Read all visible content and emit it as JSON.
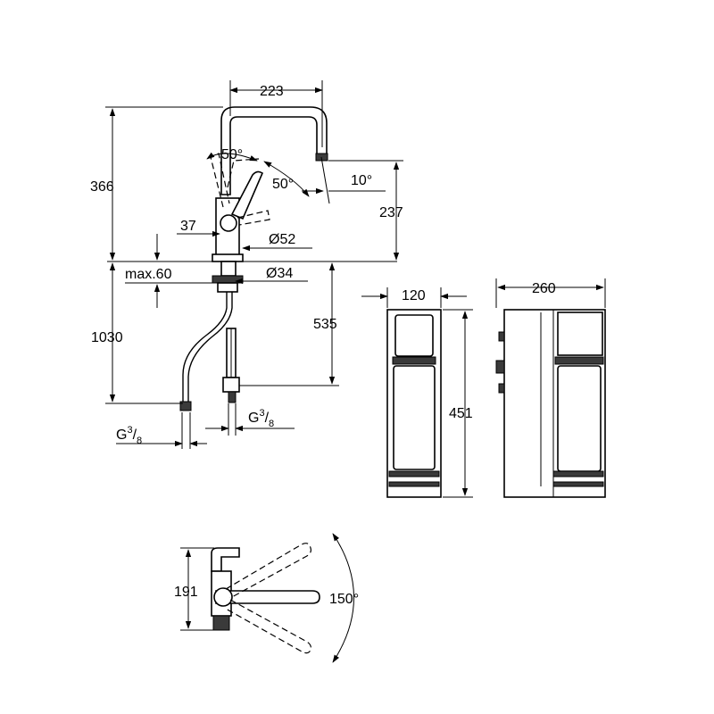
{
  "dimensions": {
    "spout_reach": "223",
    "total_height": "366",
    "spout_height": "237",
    "lever_angle": "50°",
    "spout_swivel_angle": "50°",
    "spout_tilt": "10°",
    "lever_offset": "37",
    "base_diameter": "Ø52",
    "hole_diameter": "Ø34",
    "max_deck_thickness": "max.60",
    "hose_length": "1030",
    "connection_depth": "535",
    "thread_left": {
      "letter": "G",
      "num": "3",
      "den": "8"
    },
    "thread_right": {
      "letter": "G",
      "num": "3",
      "den": "8"
    },
    "filter_width": "120",
    "filter_depth": "260",
    "filter_height": "451",
    "top_view_depth": "191",
    "rotation_angle": "150°"
  }
}
